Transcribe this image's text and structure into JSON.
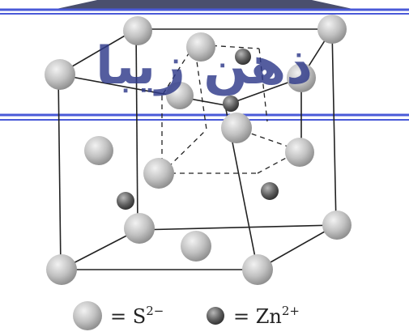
{
  "watermark": {
    "text": "ذهن زیبا",
    "color": "#2f3a8a"
  },
  "legend": [
    {
      "kind": "large-sphere",
      "ion_base": "S",
      "charge": "2−"
    },
    {
      "kind": "small-sphere",
      "ion_base": "Zn",
      "charge": "2+"
    }
  ],
  "colors": {
    "large_sphere": "#bdbdbd",
    "small_sphere": "#6a6a6a",
    "edge": "#222222",
    "band_lines": "#4a5ad8"
  }
}
